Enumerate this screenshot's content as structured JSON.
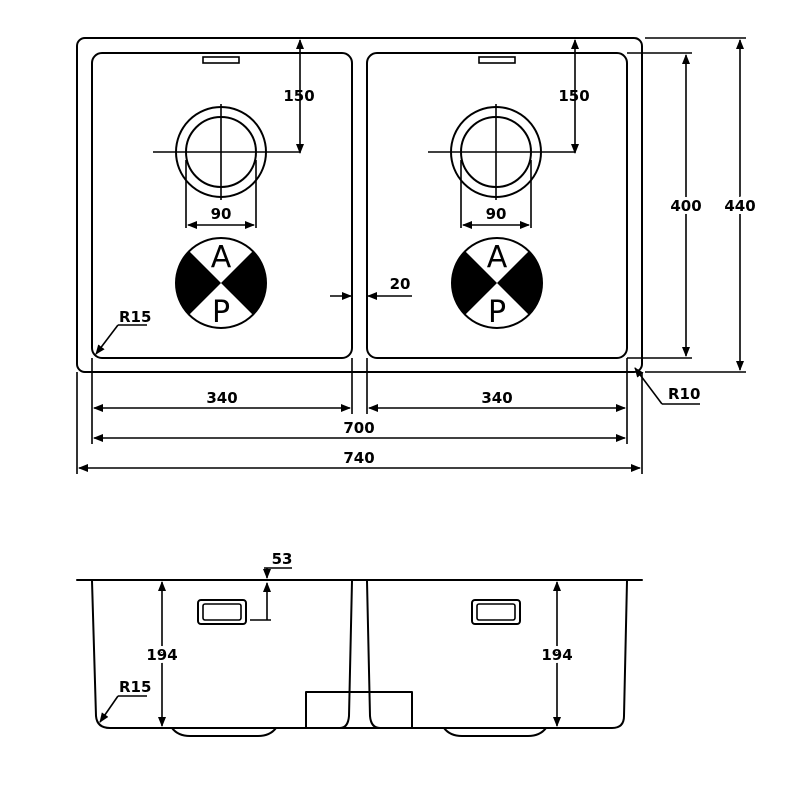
{
  "top_view": {
    "bowl_width_left": "340",
    "bowl_width_right": "340",
    "inner_width": "700",
    "overall_width": "740",
    "bowl_depth": "400",
    "overall_depth": "440",
    "drain_offset_left": "150",
    "drain_offset_right": "150",
    "drain_diameter_left": "90",
    "drain_diameter_right": "90",
    "divider_width": "20",
    "bowl_radius": "R15",
    "outer_radius": "R10",
    "ap_top_left": "A",
    "ap_bottom_left": "P",
    "ap_top_right": "A",
    "ap_bottom_right": "P"
  },
  "side_view": {
    "overflow_height": "53",
    "bowl_height_left": "194",
    "bowl_height_right": "194",
    "bottom_radius": "R15"
  }
}
